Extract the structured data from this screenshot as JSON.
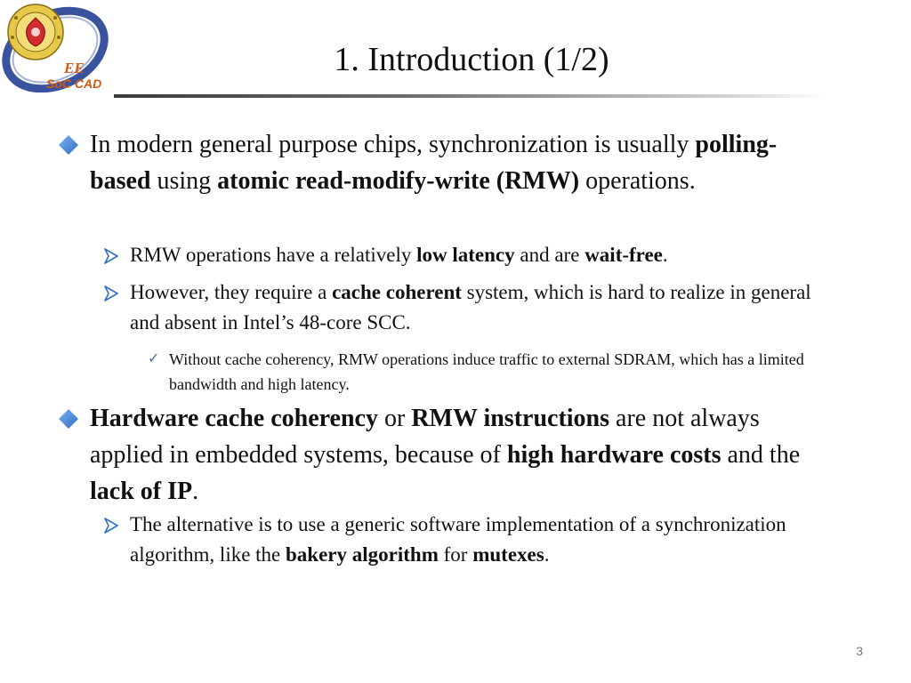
{
  "logo": {
    "lettering": [
      "EE",
      "SoC CAD"
    ]
  },
  "slide": {
    "title": "1. Introduction (1/2)",
    "page_number": "3"
  },
  "colors": {
    "bullet_blue": "#2e6ec6",
    "arrow_blue": "#2e6ec6",
    "check_blue": "#4a6fb0",
    "logo_ring": "#2f4a9a",
    "logo_gold": "#e6c84a",
    "logo_red": "#d32b2b"
  },
  "bullets": [
    {
      "icon": "diamond-icon",
      "runs": [
        {
          "text": "In modern general purpose chips, synchronization is usually ",
          "bold": false
        },
        {
          "text": "polling-based",
          "bold": true
        },
        {
          "text": " using ",
          "bold": false
        },
        {
          "text": "atomic read-modify-write (RMW)",
          "bold": true
        },
        {
          "text": " operations.",
          "bold": false
        }
      ],
      "children": [
        {
          "icon": "arrow-bullet-icon",
          "runs": [
            {
              "text": "RMW operations have a relatively ",
              "bold": false
            },
            {
              "text": "low latency",
              "bold": true
            },
            {
              "text": " and are ",
              "bold": false
            },
            {
              "text": "wait-free",
              "bold": true
            },
            {
              "text": ".",
              "bold": false
            }
          ],
          "children": []
        },
        {
          "icon": "arrow-bullet-icon",
          "runs": [
            {
              "text": "However, they require a ",
              "bold": false
            },
            {
              "text": "cache coherent",
              "bold": true
            },
            {
              "text": " system, which is hard to realize in general and absent in Intel’s 48-core SCC.",
              "bold": false
            }
          ],
          "children": [
            {
              "icon": "checkmark-icon",
              "runs": [
                {
                  "text": "Without cache coherency, RMW operations induce traffic to external SDRAM, which has a limited bandwidth and high latency.",
                  "bold": false
                }
              ]
            }
          ]
        }
      ]
    },
    {
      "icon": "diamond-icon",
      "runs": [
        {
          "text": "Hardware cache coherency",
          "bold": true
        },
        {
          "text": " or ",
          "bold": false
        },
        {
          "text": "RMW instructions",
          "bold": true
        },
        {
          "text": " are not always applied in embedded systems, because of ",
          "bold": false
        },
        {
          "text": "high hardware costs",
          "bold": true
        },
        {
          "text": " and the ",
          "bold": false
        },
        {
          "text": "lack of IP",
          "bold": true
        },
        {
          "text": ".",
          "bold": false
        }
      ],
      "children": [
        {
          "icon": "arrow-bullet-icon",
          "runs": [
            {
              "text": "The alternative is to use a generic software implementation of a synchronization algorithm, like the ",
              "bold": false
            },
            {
              "text": "bakery algorithm",
              "bold": true
            },
            {
              "text": " for ",
              "bold": false
            },
            {
              "text": "mutexes",
              "bold": true
            },
            {
              "text": ".",
              "bold": false
            }
          ],
          "children": []
        }
      ]
    }
  ]
}
